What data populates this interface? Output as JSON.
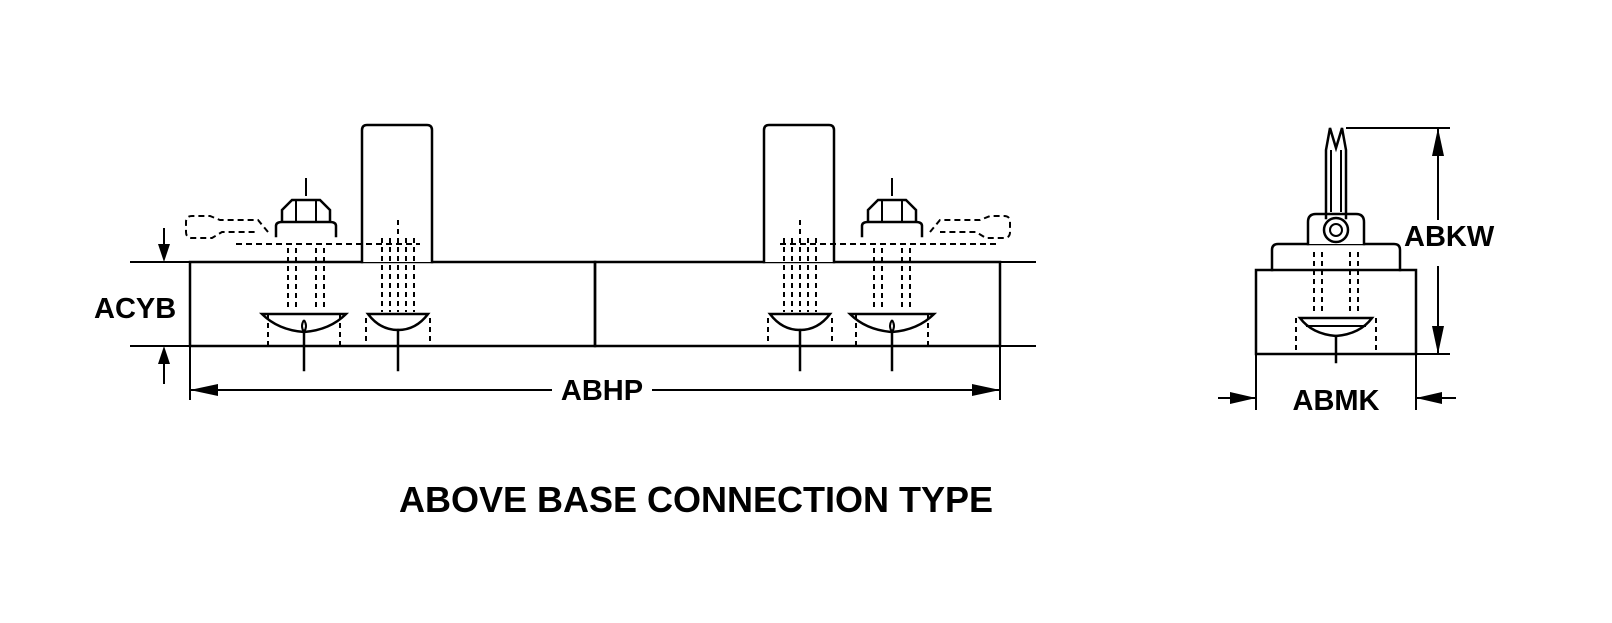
{
  "diagram": {
    "caption": "ABOVE BASE CONNECTION TYPE",
    "dimensions": {
      "height_base": "ACYB",
      "length_overall": "ABHP",
      "height_overall": "ABKW",
      "width_base": "ABMK"
    }
  }
}
